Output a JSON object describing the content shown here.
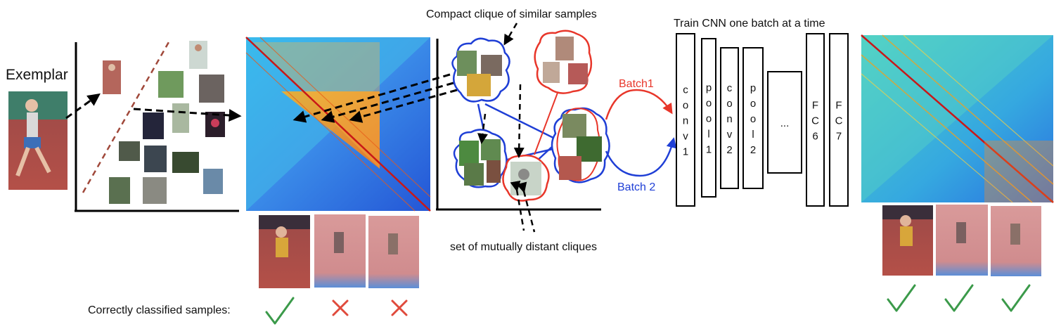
{
  "labels": {
    "exemplar": "Exemplar",
    "compact_clique": "Compact clique of similar samples",
    "train_cnn": "Train CNN one batch at a time",
    "batch1": "Batch1",
    "batch2": "Batch 2",
    "distant_cliques": "set of mutually distant cliques",
    "correctly_classified": "Correctly classified samples:"
  },
  "cnn_layers": [
    {
      "chars": [
        "c",
        "o",
        "n",
        "v",
        "1"
      ]
    },
    {
      "chars": [
        "p",
        "o",
        "o",
        "l",
        "1"
      ]
    },
    {
      "chars": [
        "c",
        "o",
        "n",
        "v",
        "2"
      ]
    },
    {
      "chars": [
        "p",
        "o",
        "o",
        "l",
        "2"
      ]
    },
    {
      "chars": [
        "..."
      ]
    },
    {
      "chars": [
        "F",
        "C",
        "6"
      ]
    },
    {
      "chars": [
        "F",
        "C",
        "7"
      ]
    }
  ],
  "classification_marks": {
    "before": [
      "check",
      "cross",
      "cross"
    ],
    "after": [
      "check",
      "check",
      "check"
    ]
  },
  "colors": {
    "batch1": "#e8362a",
    "batch2": "#1f3fd6",
    "check": "#3b9a4a",
    "cross": "#e04a3c",
    "dashed_divider": "#a0483a"
  }
}
